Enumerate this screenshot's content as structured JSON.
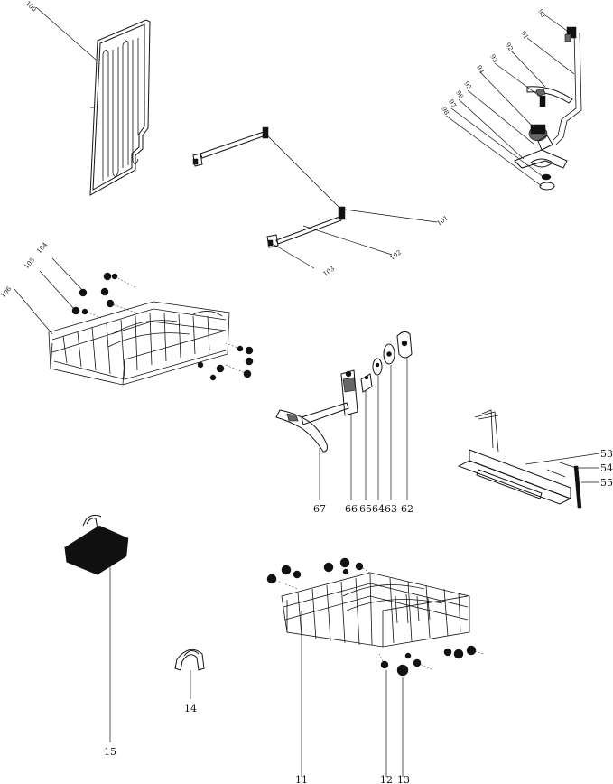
{
  "callouts": {
    "c100": "100",
    "c90": "90",
    "c91": "91",
    "c92": "92",
    "c93": "93",
    "c94": "94",
    "c95": "95",
    "c96": "96",
    "c97": "97",
    "c98": "98",
    "c101": "101",
    "c102": "102",
    "c103": "103",
    "c104": "104",
    "c105": "105",
    "c106": "106",
    "c67": "67",
    "c66": "66",
    "c65": "65",
    "c64": "64",
    "c63": "63",
    "c62": "62",
    "c53": "53",
    "c54": "54",
    "c55": "55",
    "c15": "15",
    "c14": "14",
    "c11": "11",
    "c12": "12",
    "c13": "13"
  }
}
